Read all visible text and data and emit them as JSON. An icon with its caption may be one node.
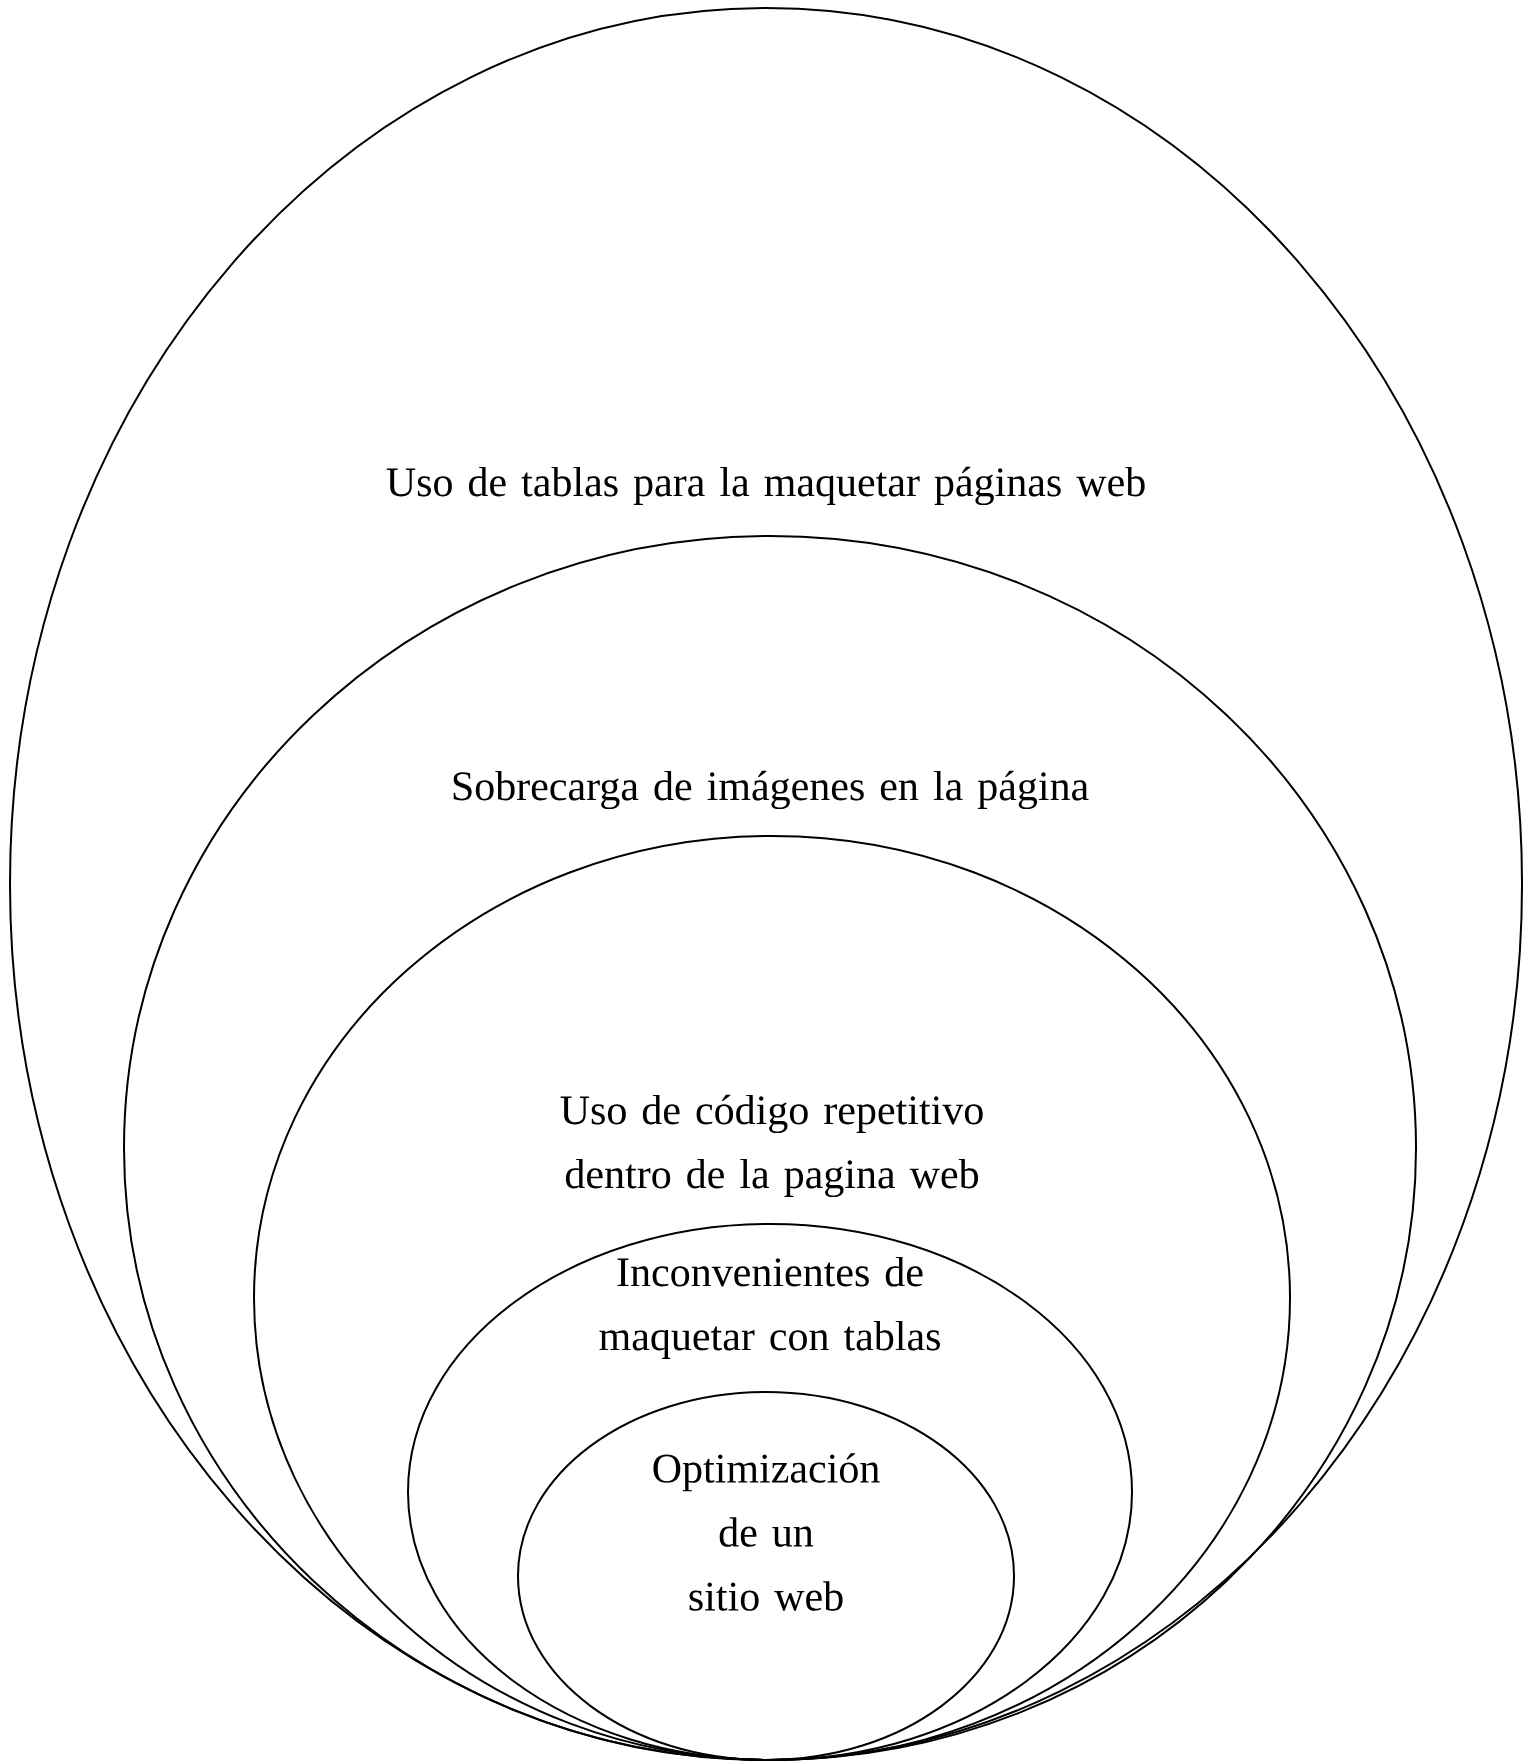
{
  "diagram": {
    "nodes": [
      {
        "text": [
          "Uso de tablas para la maquetar páginas web"
        ]
      },
      {
        "text": [
          "Sobrecarga de imágenes en la página"
        ],
        "in": 0
      },
      {
        "text": [
          "Uso de código repetitivo dentro de la pagina web"
        ],
        "in": 1
      },
      {
        "text": [
          "Inconvenientes de maquetar con tablas"
        ],
        "in": 2
      },
      {
        "text": [
          "Optimización de un sitio web"
        ],
        "in": 3
      }
    ]
  }
}
